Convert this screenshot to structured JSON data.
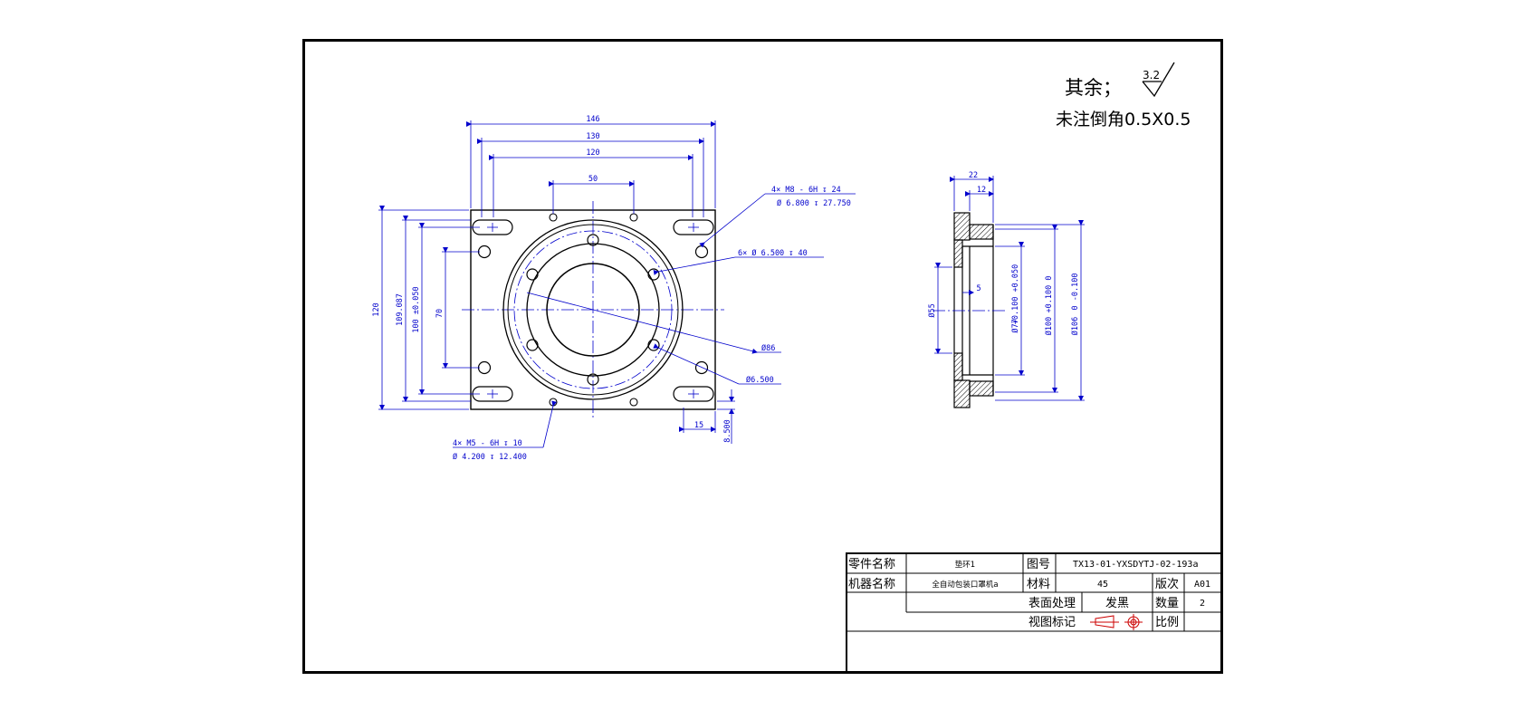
{
  "notes": {
    "roughness_prefix": "其余；",
    "roughness_value": "3.2",
    "chamfer_note": "未注倒角0.5X0.5"
  },
  "front_view": {
    "dims": {
      "w146": "146",
      "w130": "130",
      "w120": "120",
      "w50": "50",
      "h120": "120",
      "h109": "109.087",
      "h100": "100 ±0.050",
      "h70": "70",
      "w15": "15",
      "h8_5": "8.500",
      "dia86": "Ø86",
      "dia6_5": "Ø6.500"
    },
    "callouts": {
      "tapped_top_1": "4× M8 - 6H  ↧ 24",
      "tapped_top_2": "Ø 6.800  ↧ 27.750",
      "holes6": "6× Ø 6.500  ↧ 40",
      "tapped_bot_1": "4× M5 - 6H  ↧ 10",
      "tapped_bot_2": "Ø 4.200  ↧ 12.400"
    }
  },
  "side_view": {
    "dims": {
      "w22": "22",
      "w12": "12",
      "w5": "5",
      "d55": "Ø55",
      "d77": "Ø77",
      "d77_tol": "+0.100  +0.050",
      "d100": "Ø100",
      "d100_tol": "+0.100  0",
      "d106": "Ø106",
      "d106_tol": "0  -0.100"
    }
  },
  "title_block": {
    "part_name_label": "零件名称",
    "part_name_value": "垫环1",
    "drawing_no_label": "图号",
    "drawing_no_value": "TX13-01-YXSDYTJ-02-193a",
    "machine_name_label": "机器名称",
    "machine_name_value": "全自动包装口罩机a",
    "material_label": "材料",
    "material_value": "45",
    "version_label": "版次",
    "version_value": "A01",
    "surface_label": "表面处理",
    "surface_value": "发黑",
    "quantity_label": "数量",
    "quantity_value": "2",
    "view_mark_label": "视图标记",
    "scale_label": "比例",
    "scale_value": ""
  }
}
